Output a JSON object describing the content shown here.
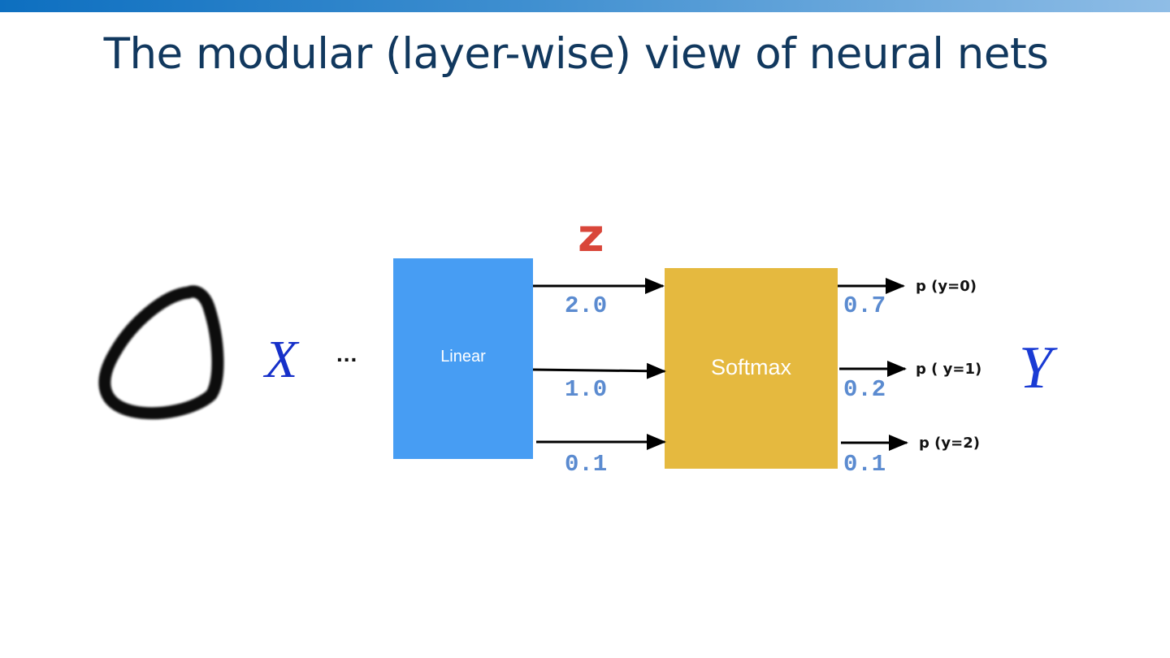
{
  "slide": {
    "title": "The modular (layer-wise) view of neural nets"
  },
  "diagram": {
    "input_symbol": "X",
    "ellipsis": "...",
    "output_symbol": "Y",
    "logits_symbol": "z",
    "linear_label": "Linear",
    "softmax_label": "Softmax",
    "logits": [
      "2.0",
      "1.0",
      "0.1"
    ],
    "probabilities": [
      "0.7",
      "0.2",
      "0.1"
    ],
    "output_labels": [
      "p (y=0)",
      "p ( y=1)",
      "p (y=2)"
    ]
  },
  "colors": {
    "linear_box": "#479df3",
    "softmax_box": "#e5b93f",
    "number_text": "#5b8bd0",
    "z_label": "#d9463a",
    "variable_text": "#1630c9",
    "title_text": "#11385e"
  }
}
